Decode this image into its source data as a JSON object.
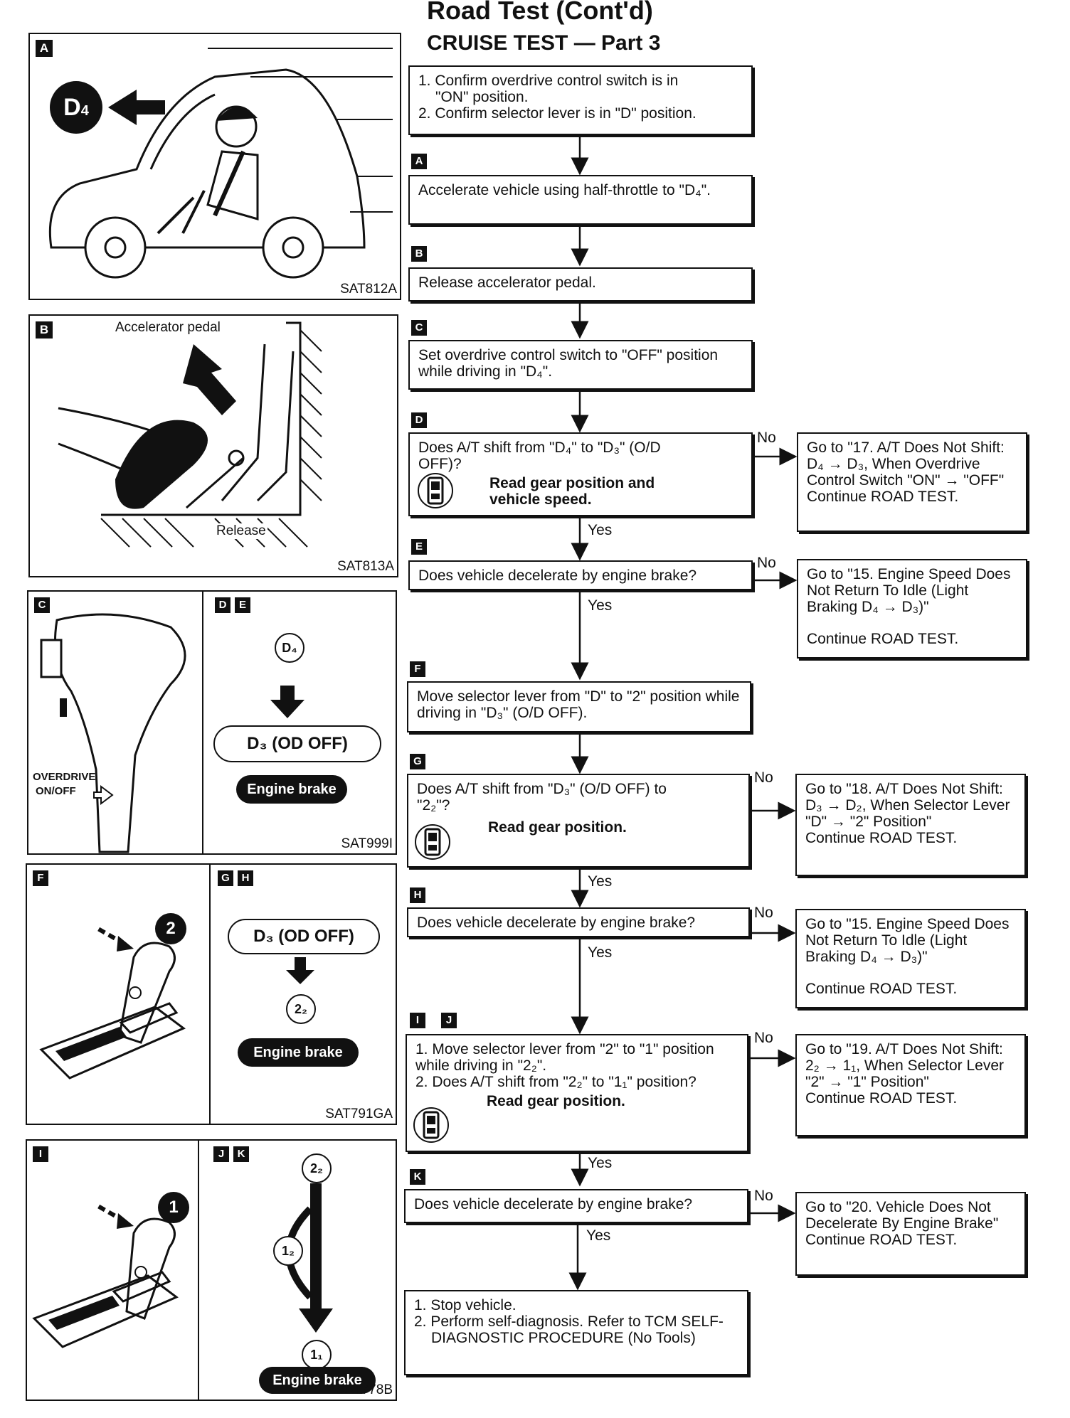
{
  "header": {
    "title": "Road Test (Cont'd)",
    "subtitle": "CRUISE TEST — Part 3"
  },
  "panels": {
    "a": {
      "letter": "A",
      "code": "SAT812A",
      "badge_main": "D",
      "badge_sub": "4"
    },
    "b": {
      "letter": "B",
      "code": "SAT813A",
      "label_pedal": "Accelerator pedal",
      "label_release": "Release"
    },
    "cde": {
      "letter_c": "C",
      "letter_d": "D",
      "letter_e": "E",
      "code": "SAT999I",
      "overdrive_label": "OVERDRIVE",
      "onoff_label": "ON/OFF",
      "gear_circle": "D₄",
      "od_box": "D₃ (OD OFF)",
      "engine_brake": "Engine brake"
    },
    "fgh": {
      "letter_f": "F",
      "letter_g": "G",
      "letter_h": "H",
      "code": "SAT791GA",
      "position_number": "2",
      "od_box": "D₃ (OD OFF)",
      "gear_circle": "2₂",
      "engine_brake": "Engine brake"
    },
    "ijk": {
      "letter_i": "I",
      "letter_j": "J",
      "letter_k": "K",
      "code": "SAT778B",
      "position_number": "1",
      "gear_top": "2₂",
      "gear_mid": "1₂",
      "gear_bottom": "1₁",
      "engine_brake": "Engine brake"
    }
  },
  "flow": {
    "start": {
      "line1": "1. Confirm overdrive control switch is in",
      "line2": "\"ON\" position.",
      "line3": "2. Confirm selector lever is in \"D\" position."
    },
    "steps": {
      "a": {
        "letter": "A",
        "text": "Accelerate vehicle using half-throttle to \"D₄\"."
      },
      "b": {
        "letter": "B",
        "text": "Release accelerator pedal."
      },
      "c": {
        "letter": "C",
        "text": "Set overdrive control switch to \"OFF\" position while driving in \"D₄\"."
      },
      "d": {
        "letter": "D",
        "text": "Does A/T shift from \"D₄\" to \"D₃\" (O/D OFF)?",
        "note": "Read gear position and vehicle speed."
      },
      "e": {
        "letter": "E",
        "text": "Does vehicle decelerate by engine brake?"
      },
      "f": {
        "letter": "F",
        "text": "Move selector lever from \"D\" to \"2\" position while driving in \"D₃\" (O/D OFF)."
      },
      "g": {
        "letter": "G",
        "text": "Does A/T shift from \"D₃\" (O/D OFF) to \"2₂\"?",
        "note": "Read gear position."
      },
      "h": {
        "letter": "H",
        "text": "Does vehicle decelerate by engine brake?"
      },
      "ij": {
        "letter_i": "I",
        "letter_j": "J",
        "line1": "1. Move selector lever from \"2\" to \"1\" position while driving in \"2₂\".",
        "line2": "2. Does A/T shift from \"2₂\" to \"1₁\" position?",
        "note": "Read gear position."
      },
      "k": {
        "letter": "K",
        "text": "Does vehicle decelerate by engine brake?"
      },
      "end": {
        "line1": "1. Stop vehicle.",
        "line2": "2. Perform self-diagnosis. Refer to TCM SELF-DIAGNOSTIC PROCEDURE (No Tools)"
      }
    },
    "labels": {
      "yes": "Yes",
      "no": "No"
    },
    "outcomes": {
      "d": "Go to \"17. A/T Does Not Shift: D₄ → D₃, When Overdrive Control Switch \"ON\" → \"OFF\"",
      "d_continue": "Continue ROAD TEST.",
      "e": "Go to \"15. Engine Speed Does Not Return To Idle (Light Braking D₄ → D₃)\"",
      "e_continue": "Continue ROAD TEST.",
      "g": "Go to \"18. A/T Does Not Shift: D₃ → D₂, When Selector Lever \"D\" → \"2\" Position\"",
      "g_continue": "Continue ROAD TEST.",
      "h": "Go to \"15. Engine Speed Does Not Return To Idle (Light Braking D₄ → D₃)\"",
      "h_continue": "Continue ROAD TEST.",
      "ij": "Go to \"19. A/T Does Not Shift: 2₂ → 1₁, When Selector Lever \"2\" → \"1\" Position\"",
      "ij_continue": "Continue ROAD TEST.",
      "k": "Go to \"20. Vehicle Does Not Decelerate By Engine Brake\"",
      "k_continue": "Continue ROAD TEST."
    }
  }
}
